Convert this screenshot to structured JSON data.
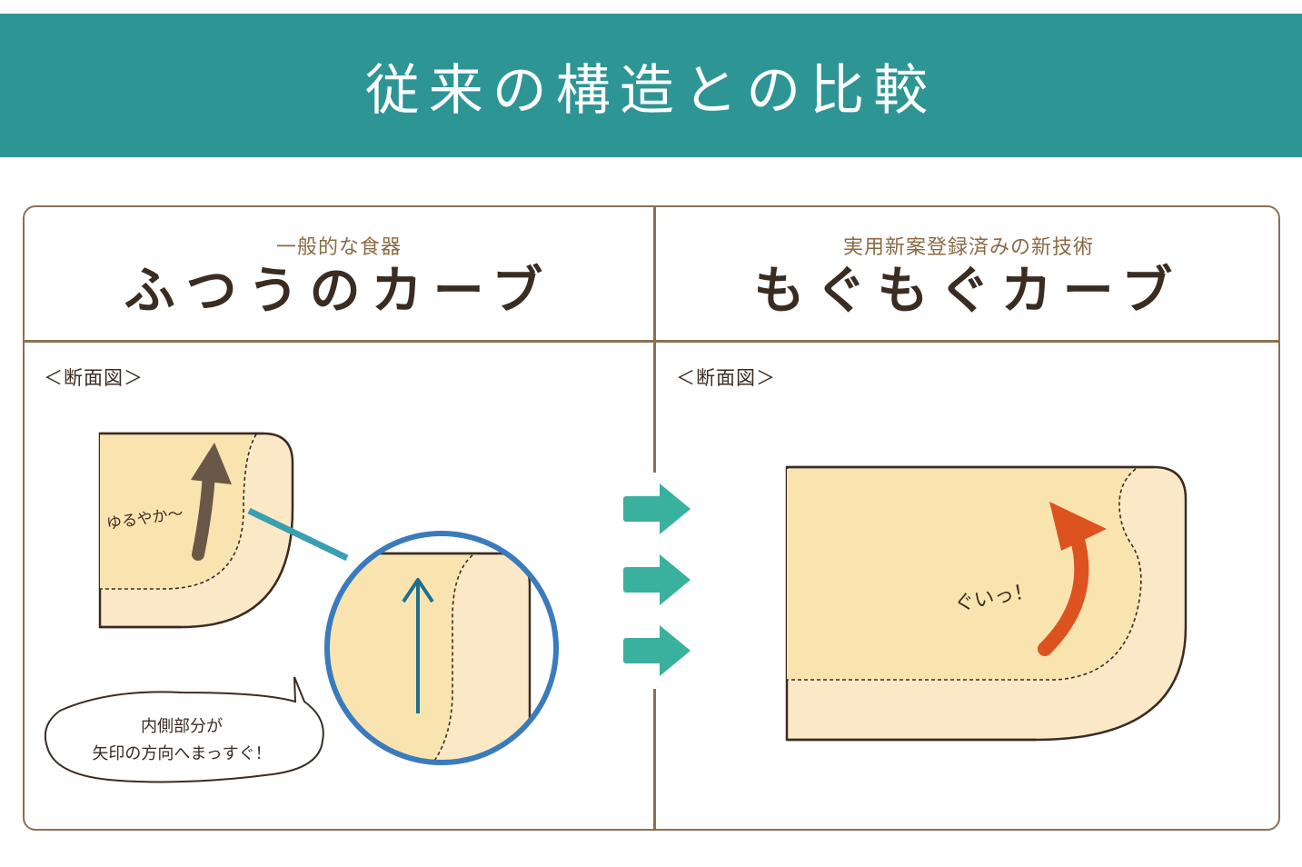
{
  "header": {
    "title": "従来の構造との比較"
  },
  "left": {
    "subtitle": "一般的な食器",
    "title": "ふつうのカーブ",
    "section_label": "＜断面図＞",
    "arrow_annotation": "ゆるやか～",
    "bubble_line1": "内側部分が",
    "bubble_line2": "矢印の方向へまっすぐ！"
  },
  "right": {
    "subtitle": "実用新案登録済みの新技術",
    "title": "もぐもぐカーブ",
    "section_label": "＜断面図＞",
    "arrow_annotation": "ぐいっ！"
  },
  "colors": {
    "banner": "#2e9595",
    "border": "#8a7052",
    "inner_fill": "#f9e4b0",
    "outer_fill": "#fbe8c7",
    "teal_arrow": "#3ab09e",
    "orange_arrow": "#dd5320",
    "brown_arrow": "#6b5747",
    "blue_circle": "#3a7bbd"
  },
  "icons": [
    "transition-arrow-icon"
  ]
}
